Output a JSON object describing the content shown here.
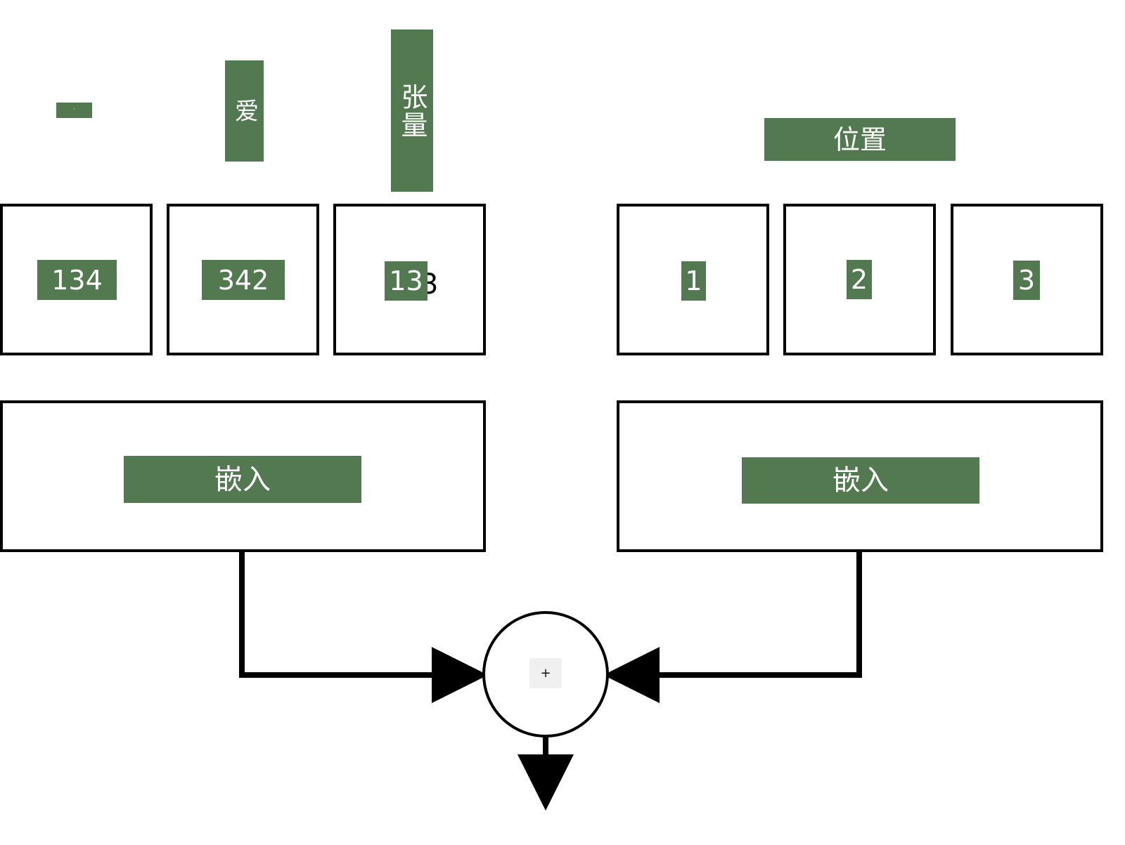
{
  "tokens": {
    "words": [
      "·",
      "爱",
      "张量"
    ],
    "ids": [
      "134",
      "342",
      "13"
    ]
  },
  "positions": {
    "title": "位置",
    "ids": [
      "1",
      "2",
      "3"
    ]
  },
  "embeddings": {
    "left_label": "嵌入",
    "right_label": "嵌入"
  },
  "sum_node": {
    "operator": "+"
  },
  "colors": {
    "label_bg": "#52794f",
    "stroke": "#000000"
  }
}
